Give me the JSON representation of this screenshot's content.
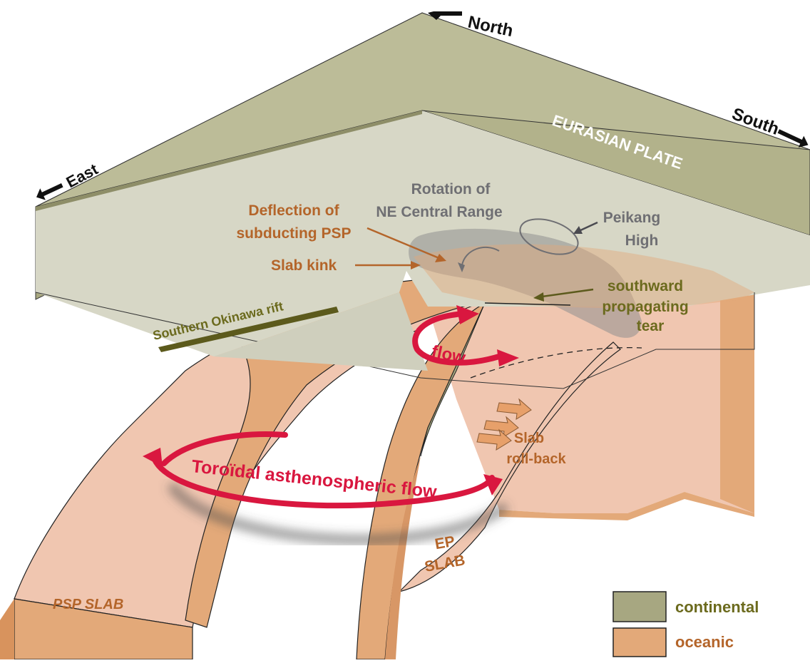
{
  "directions": {
    "north": "North",
    "south": "South",
    "east": "East"
  },
  "plate": {
    "eurasian": "EURASIAN PLATE"
  },
  "labels": {
    "rotation_line1": "Rotation of",
    "rotation_line2": "NE Central Range",
    "peikang_line1": "Peikang",
    "peikang_line2": "High",
    "deflection_line1": "Deflection of",
    "deflection_line2": "subducting PSP",
    "slab_kink": "Slab kink",
    "southward_line1": "southward",
    "southward_line2": "propagating",
    "southward_line3": "tear",
    "okinawa": "Southern Okinawa rift",
    "flow": "flow",
    "slab_rollback_line1": "Slab",
    "slab_rollback_line2": "roll-back",
    "toroidal": "Toroïdal asthenospheric flow",
    "ep_slab_line1": "EP",
    "ep_slab_line2": "SLAB",
    "psp_slab": "PSP SLAB"
  },
  "legend": {
    "items": [
      {
        "label": "continental",
        "color": "#a7a781"
      },
      {
        "label": "oceanic",
        "color": "#e3a979"
      }
    ]
  },
  "colors": {
    "continental_top": "#bcbc98",
    "continental_side": "#a8a880",
    "oceanic": "#e3a979",
    "oceanic_light": "#f0c6b0",
    "flow_red": "#d9173f",
    "label_brown": "#b4652a",
    "label_gray": "#6f6f73",
    "label_olive": "#6b6a1d"
  }
}
